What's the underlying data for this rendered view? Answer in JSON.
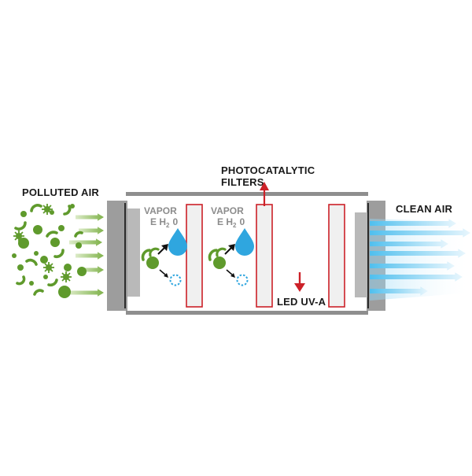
{
  "labels": {
    "polluted_air": "POLLUTED AIR",
    "clean_air": "CLEAN AIR",
    "photocatalytic_line1": "PHOTOCATALYTIC",
    "photocatalytic_line2": "FILTERS",
    "led_uva": "LED UV-A",
    "vapor": "VAPOR",
    "water_e": "E H",
    "water_sub": "2",
    "water_o": "0"
  },
  "colors": {
    "polluted_green": "#5f9a2c",
    "filter_red": "#cc2128",
    "water_blue": "#2fa6df",
    "clean_blue": "#5ec3ee",
    "frame_gray": "#8e8e8e",
    "flange_gray": "#a9a9a9"
  },
  "icons": [
    "water-drop-icon",
    "dashed-circle-icon",
    "pollutant-particle-icon",
    "arrow-icon"
  ]
}
